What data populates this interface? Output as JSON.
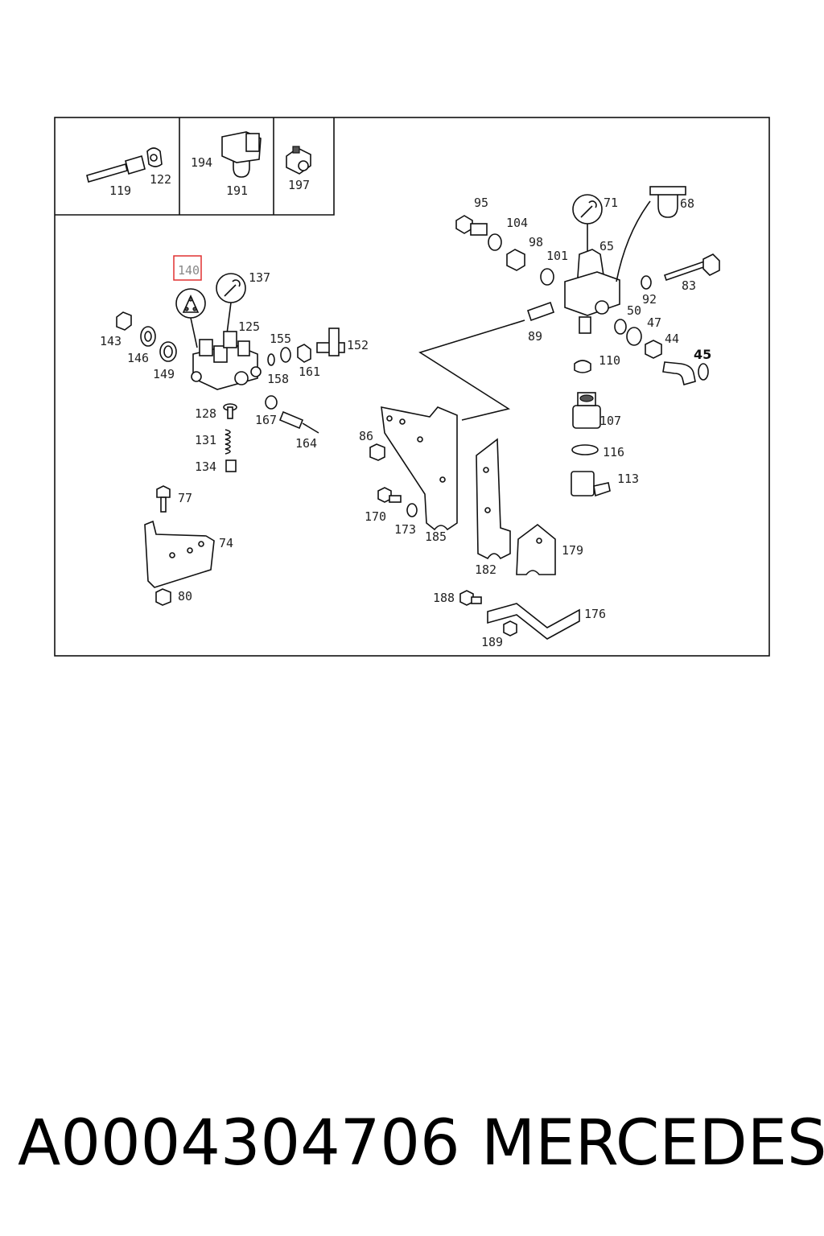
{
  "labels": {
    "l119": "119",
    "l122": "122",
    "l194": "194",
    "l191": "191",
    "l197": "197",
    "l140": "140",
    "l137": "137",
    "l143": "143",
    "l146": "146",
    "l149": "149",
    "l125": "125",
    "l155": "155",
    "l158": "158",
    "l161": "161",
    "l152": "152",
    "l128": "128",
    "l131": "131",
    "l134": "134",
    "l167": "167",
    "l164": "164",
    "l77": "77",
    "l74": "74",
    "l80": "80",
    "l95": "95",
    "l104": "104",
    "l98": "98",
    "l101": "101",
    "l71": "71",
    "l65": "65",
    "l68": "68",
    "l83": "83",
    "l92": "92",
    "l50": "50",
    "l47": "47",
    "l44": "44",
    "l45": "45",
    "l89": "89",
    "l110": "110",
    "l107": "107",
    "l116": "116",
    "l113": "113",
    "l86": "86",
    "l170": "170",
    "l173": "173",
    "l185": "185",
    "l182": "182",
    "l179": "179",
    "l188": "188",
    "l176": "176",
    "l189": "189"
  },
  "highlighted_part": "140",
  "highlight_color": "#e03030",
  "footer": {
    "part_number": "A0004304706",
    "brand": "MERCEDES"
  }
}
